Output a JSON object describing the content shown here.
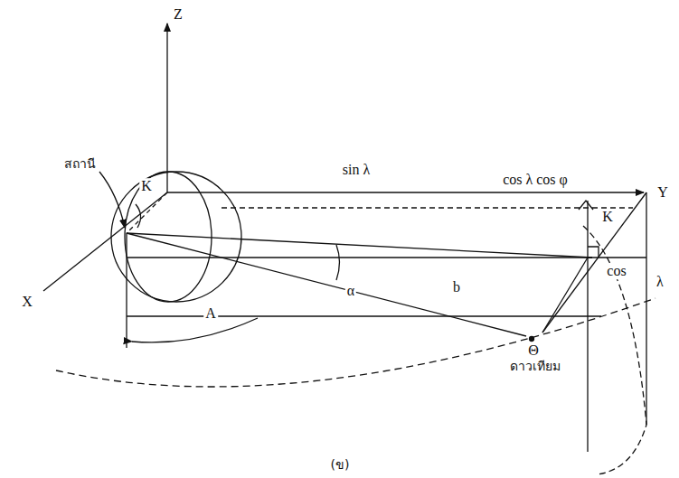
{
  "diagram": {
    "caption": "(ข)",
    "labels": [
      "Z",
      "สถานี",
      "K",
      "sin λ",
      "cos λ cos φ",
      "K",
      "Y",
      "cos",
      "λ",
      "X",
      "α",
      "b",
      "A",
      "Θ",
      "ดาวเทียม"
    ]
  }
}
